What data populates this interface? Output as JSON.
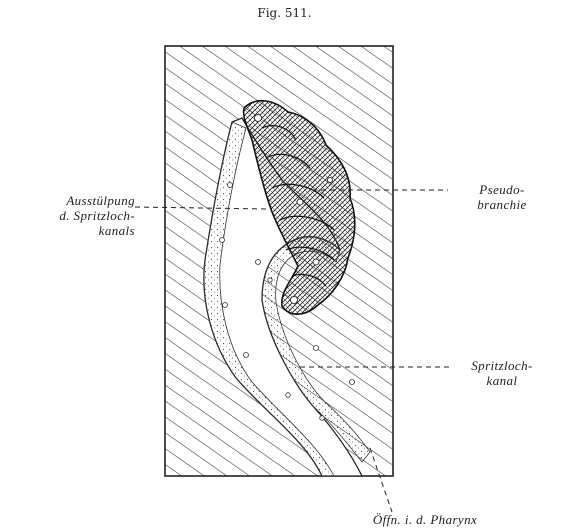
{
  "figure": {
    "title": "Fig. 511."
  },
  "labels": {
    "left_line1": "Ausstülpung",
    "left_line2": "d. Spritzloch-",
    "left_line3": "kanals",
    "right_top_line1": "Pseudo-",
    "right_top_line2": "branchie",
    "right_mid_line1": "Spritzloch-",
    "right_mid_line2": "kanal",
    "bottom": "Öffn. i. d. Pharynx"
  }
}
